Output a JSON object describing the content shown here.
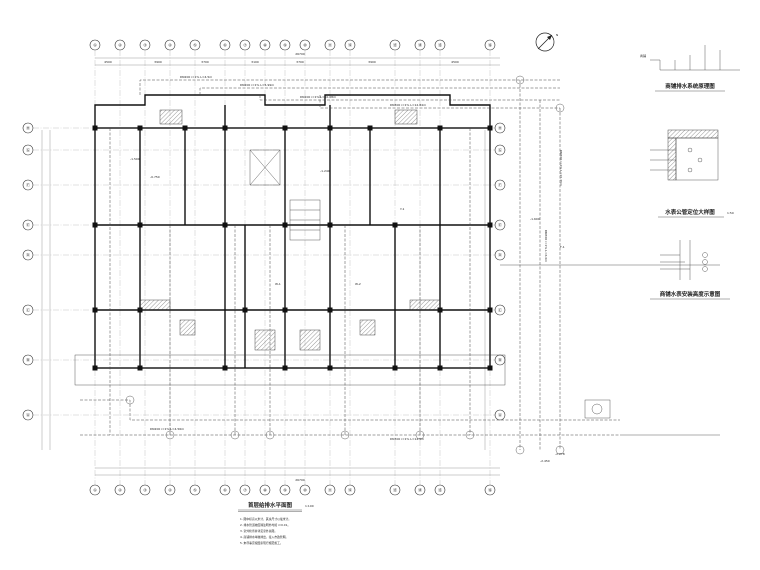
{
  "titles": {
    "main_plan": "首层给排水平面图",
    "main_plan_scale": "1:100",
    "top_right_diagram": "商铺排水系统原理图",
    "well_detail": "水表公管定位大样图",
    "well_detail_scale": "1:50",
    "meter_diagram": "商铺水表安装高度示意图",
    "top_right_label": "商铺"
  },
  "grid": {
    "top_axes": [
      "①",
      "②",
      "③",
      "④",
      "⑤",
      "⑥",
      "⑦",
      "⑧",
      "⑨",
      "⑩",
      "⑪",
      "⑫",
      "⑬",
      "⑭",
      "⑮",
      "⑯"
    ],
    "left_axes": [
      "Ⓗ",
      "Ⓖ",
      "Ⓕ",
      "Ⓔ",
      "Ⓓ",
      "Ⓒ",
      "Ⓑ",
      "Ⓐ"
    ],
    "top_dimensions": [
      "4500",
      "3900",
      "3700",
      "3100",
      "3700",
      "3900",
      "4500"
    ],
    "top_total": "26700",
    "bottom_total": "26700"
  },
  "annotations": [
    "DN200 i=1% L=4.5m",
    "DN200 i=1% L=5.99m",
    "DN200 i=1% L=10.08m",
    "DN300 i=1% L=12.84m",
    "DN300 i=1% L=15.35m",
    "DN300 i=1% L=6.0m",
    "DN200 i=1% L=4.56m",
    "-1.500",
    "-0.750",
    "-2.278",
    "-2.450",
    "-1.240",
    "-1.600",
    "DN300 i=1% L=14.5m",
    "W-1",
    "W-2",
    "Y-1",
    "F-1"
  ],
  "notes": [
    "1. 图中标高以米计，其余尺寸以毫米计。",
    "2. 排水管道坡度除注明外均按 i=0.01。",
    "3. 室外检查井详见室外总图。",
    "4. 商铺排水单独排出，接入市政管网。",
    "5. 未尽事宜按国家现行规范施工。"
  ]
}
